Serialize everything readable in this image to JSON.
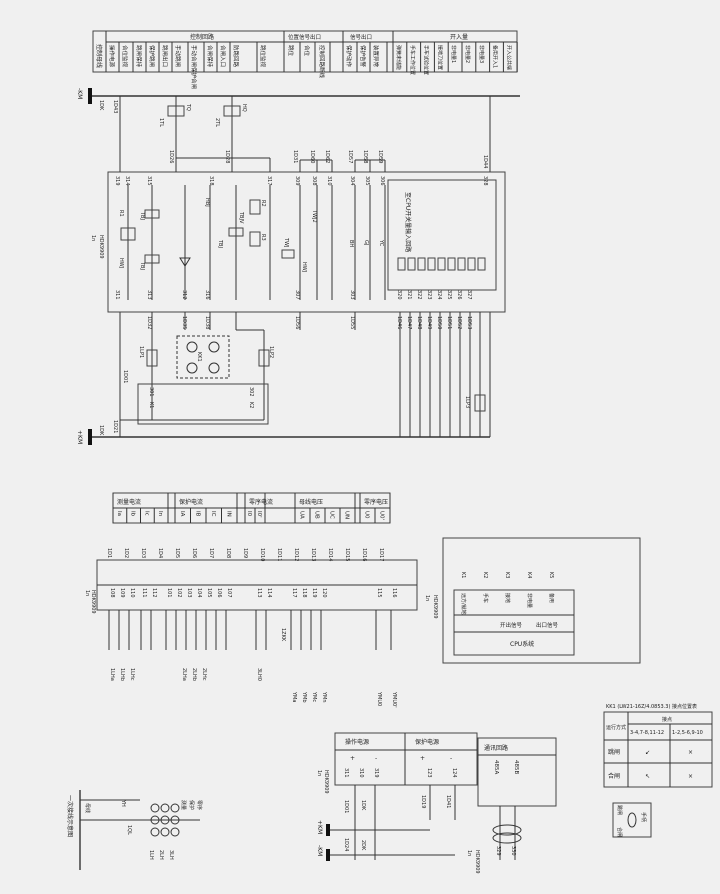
{
  "header": {
    "bus": "控制母线",
    "control_group": "控制回路",
    "control_items": [
      "操作电源",
      "合位监视",
      "跳闸保持",
      "保护跳闸",
      "跳闸出口",
      "手动跳闸",
      "手动合闸保护合闸",
      "合闸保持",
      "合闸入口",
      "防跳回路",
      "跳位监视"
    ],
    "position_group": "位置信号出口",
    "position_items": [
      "跳位",
      "合位",
      "控制回路断线"
    ],
    "signal_group": "信号出口",
    "signal_items": [
      "保护动作",
      "保护告警",
      "装置异常"
    ],
    "input_group": "开入量",
    "input_items": [
      "弹簧未储能",
      "手车工作位置",
      "手车试验位置",
      "接地刀位置",
      "非电量1",
      "非电量2",
      "非电量3",
      "备用开入1",
      "开入公共端"
    ]
  },
  "bus": {
    "neg": "-KM",
    "pos": "+KM",
    "breaker_top": "1DK",
    "breaker_bottom": "1DK",
    "top_term": "1D43",
    "bottom_term": "1D21",
    "right_term": "1D44"
  },
  "device": {
    "id": "1n",
    "model": "HDK9909",
    "cpu_label": "至CPU开关量输入回路",
    "top_terms": [
      "1D26",
      "1D28",
      "1D31",
      "1D60",
      "1D62",
      "1D57",
      "1D58",
      "1D59"
    ],
    "pins_top": [
      "319",
      "314",
      "315",
      "318",
      "317",
      "309",
      "308",
      "310",
      "304",
      "305",
      "306",
      "328"
    ],
    "pins_bottom": [
      "311",
      "313",
      "312",
      "316",
      "307",
      "303",
      "320",
      "321",
      "322",
      "323",
      "324",
      "325",
      "326",
      "327"
    ],
    "bottom_terms": [
      "1D32",
      "1D35",
      "1D38",
      "1D56",
      "1D55",
      "1D46",
      "1D47",
      "1D48",
      "1D49",
      "1D50",
      "1D51",
      "1D52",
      "1D53"
    ],
    "components": [
      "TBJ",
      "R1",
      "HWJ",
      "TBJ",
      "HBJ",
      "R2",
      "TBJV",
      "TBJ",
      "R3",
      "TWJ",
      "HWJ",
      "TWJ2",
      "BH",
      "GJ",
      "YC",
      "TQ",
      "HQ",
      "1TL",
      "2TL"
    ],
    "kk": "KK1",
    "lp1": "1LP1",
    "lp2": "1LP2",
    "lp3": "1LP3",
    "k1": "K1",
    "k2": "K2",
    "pin301": "301",
    "pin302": "302",
    "term1d01": "1D01"
  },
  "measure_table": {
    "groups": [
      "测量电流",
      "保护电流",
      "零序电流",
      "母线电压",
      "零序电压"
    ],
    "items": [
      [
        "Ia",
        "Ib",
        "Ic",
        "In"
      ],
      [
        "IA",
        "IB",
        "IC",
        "IN"
      ],
      [
        "I0",
        "I0'"
      ],
      [
        "UA",
        "UB",
        "UC",
        "UN"
      ],
      [
        "U0",
        "U0'"
      ]
    ]
  },
  "ac_terminals": {
    "pins": [
      "108",
      "109",
      "110",
      "111",
      "112",
      "101",
      "102",
      "103",
      "104",
      "105",
      "106",
      "107",
      "113",
      "114",
      "117",
      "118",
      "119",
      "120",
      "115",
      "116"
    ],
    "terms": [
      "1D1",
      "1D2",
      "1D3",
      "1D4",
      "1D5",
      "1D6",
      "1D7",
      "1D8",
      "1D9",
      "1D10",
      "1D11",
      "1D12",
      "1D13",
      "1D14",
      "1D15",
      "1D16",
      "1D17"
    ],
    "ct_labels": [
      "1LHa",
      "1LHb",
      "1LHc",
      "2LHa",
      "2LHb",
      "2LHc",
      "3LH0"
    ],
    "pt_labels": [
      "YMa",
      "YMb",
      "YMc",
      "YMn",
      "YMU0",
      "YMU0'"
    ],
    "fuse": "1ZKK"
  },
  "io_box": {
    "labels": [
      "远方/就地",
      "手车",
      "接地",
      "非电量",
      "备用"
    ],
    "outputs": [
      "开出信号",
      "出口信号"
    ],
    "cpu": "CPU系统",
    "relays": [
      "K1",
      "K2",
      "K3",
      "K4",
      "K5"
    ]
  },
  "power_box": {
    "rows": [
      "操作电源",
      "保护电源"
    ],
    "signs": [
      "+",
      "-",
      "+",
      "-"
    ],
    "pins": [
      "311",
      "310",
      "319",
      "123",
      "124"
    ],
    "terms": [
      "1D19",
      "1D41",
      "1D01",
      "1D24"
    ],
    "breakers": [
      "1DK",
      "2DK"
    ],
    "buses": [
      "+KM",
      "-KM"
    ]
  },
  "comm_box": {
    "title": "通讯回路",
    "items": [
      "485A",
      "485B"
    ],
    "pins": [
      "329",
      "330"
    ]
  },
  "kk_table": {
    "title": "KK1 (LW21-16Z/4.0853.3) 接点位置表",
    "header": [
      "运行方式",
      "接点",
      "3-4,7-8,11-12",
      "1-2,5-6,9-10"
    ],
    "rows": [
      [
        "跳闸",
        "↙",
        "×"
      ],
      [
        "合闸",
        "↖",
        "×"
      ]
    ]
  },
  "handle": {
    "labels": [
      "跳闸",
      "合闸",
      "手柄"
    ]
  },
  "one_line": {
    "title": "一次接线示意图",
    "bus": "母线",
    "items": [
      "1QL",
      "1LH",
      "2LH",
      "3LH",
      "YH"
    ],
    "roles": [
      "测量",
      "保护",
      "零序"
    ]
  }
}
